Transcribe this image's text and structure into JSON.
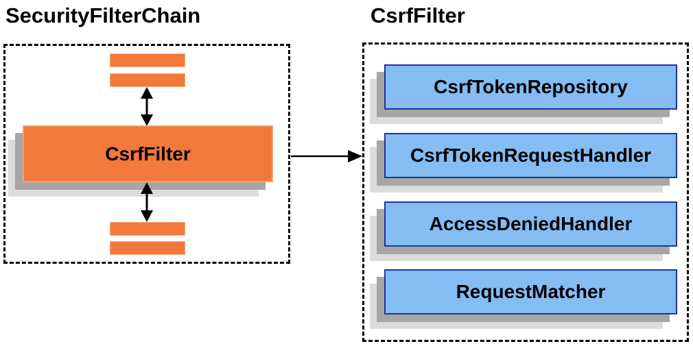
{
  "left_panel": {
    "title": "SecurityFilterChain",
    "filter_box_label": "CsrfFilter"
  },
  "right_panel": {
    "title": "CsrfFilter",
    "components": [
      {
        "label": "CsrfTokenRepository"
      },
      {
        "label": "CsrfTokenRequestHandler"
      },
      {
        "label": "AccessDeniedHandler"
      },
      {
        "label": "RequestMatcher"
      }
    ]
  },
  "icons": {
    "vertical_double_arrow": "double-headed-vertical-arrow",
    "flow_arrow": "right-arrow"
  },
  "colors": {
    "orange_fill": "#F2783B",
    "orange_border": "#F6A171",
    "blue_fill": "#85BCF2",
    "blue_border": "#1F329E",
    "shadow_dark": "#A6A6A6",
    "shadow_light": "#DCDCDC",
    "dashed_border": "#000000",
    "text": "#000000"
  }
}
